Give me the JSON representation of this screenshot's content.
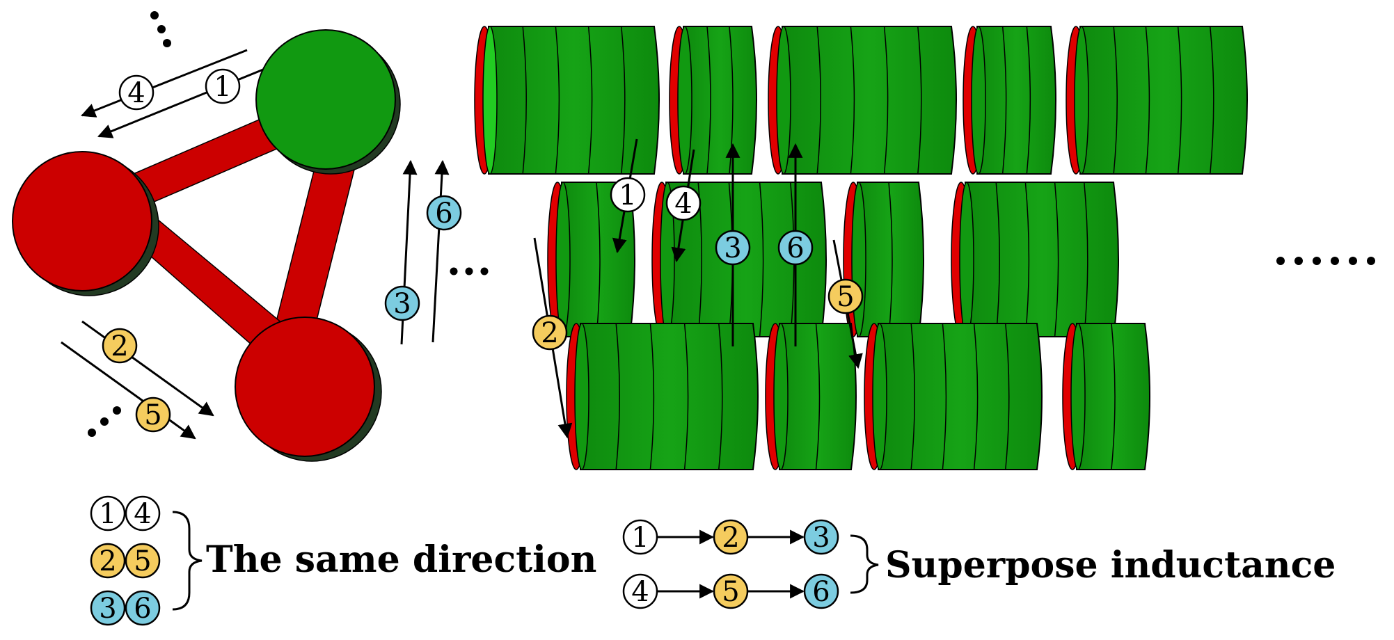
{
  "markers": {
    "m1": "1",
    "m2": "2",
    "m3": "3",
    "m4": "4",
    "m5": "5",
    "m6": "6"
  },
  "ellipsis": {
    "dots3": "⋯",
    "dots6": "......"
  },
  "legend_left": {
    "pairs": [
      {
        "a": "1",
        "b": "4",
        "color": "#ffffff"
      },
      {
        "a": "2",
        "b": "5",
        "color": "#f5cc5e"
      },
      {
        "a": "3",
        "b": "6",
        "color": "#7ccce0"
      }
    ],
    "text": "The same direction"
  },
  "legend_right": {
    "rows": [
      [
        "1",
        "2",
        "3"
      ],
      [
        "4",
        "5",
        "6"
      ]
    ],
    "text": "Superpose inductance"
  },
  "colors": {
    "coil_green": "#119911",
    "coil_green_light": "#22cc22",
    "coil_red": "#e00000",
    "node_red": "#cc0000",
    "node_green": "#119911",
    "marker_white": "#ffffff",
    "marker_yellow": "#f5cc5e",
    "marker_blue": "#7ccce0"
  }
}
